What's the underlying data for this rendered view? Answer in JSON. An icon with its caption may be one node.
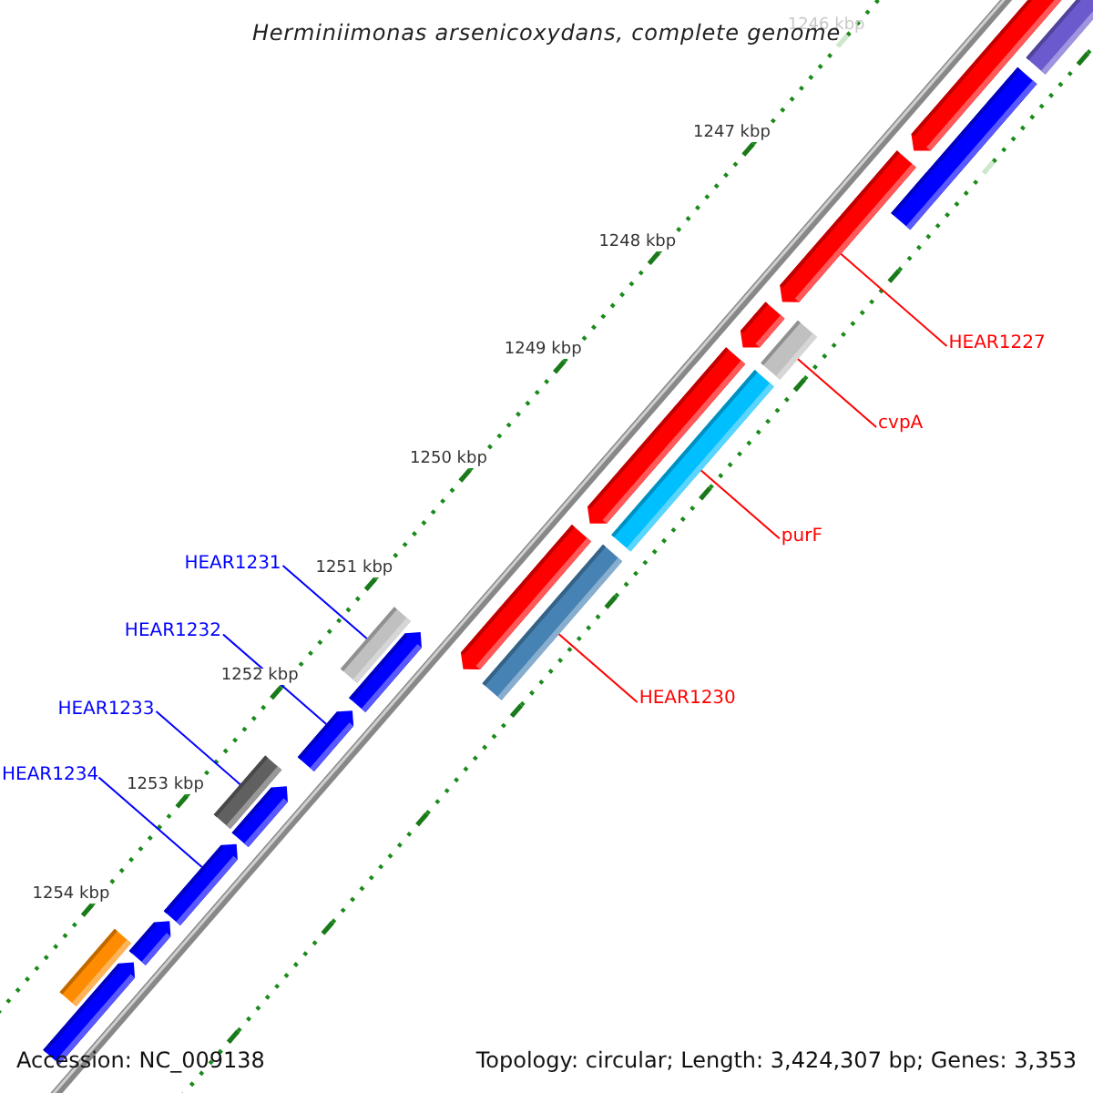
{
  "diagram": {
    "title": "Herminiimonas arsenicoxydans, complete genome",
    "nodes": [
      {
        "text": [
          "HEAR1227"
        ]
      },
      {
        "text": [
          "cvpA"
        ]
      },
      {
        "text": [
          "purF"
        ]
      },
      {
        "text": [
          "HEAR1231"
        ]
      },
      {
        "text": [
          "HEAR1232"
        ]
      },
      {
        "text": [
          "HEAR1233"
        ]
      },
      {
        "text": [
          "HEAR1230"
        ]
      },
      {
        "text": [
          "HEAR1234"
        ]
      },
      {
        "text": [],
        "shape": "arrow"
      },
      {
        "text": [],
        "shape": "box"
      },
      {
        "text": [],
        "shape": "box"
      },
      {
        "text": [],
        "shape": "box"
      },
      {
        "text": [],
        "shape": "arrow"
      },
      {
        "text": [],
        "shape": "box"
      },
      {
        "text": [],
        "shape": "box"
      },
      {
        "text": [],
        "shape": "arrow"
      }
    ],
    "edges": [
      {
        "from": 0,
        "to": 8,
        "arrow": "none"
      },
      {
        "from": 1,
        "to": 9,
        "arrow": "none"
      },
      {
        "from": 2,
        "to": 10,
        "arrow": "none"
      },
      {
        "from": 3,
        "to": 11,
        "arrow": "none",
        "color": "#0000ff"
      },
      {
        "from": 4,
        "to": 12,
        "arrow": "none",
        "color": "#0000ff"
      },
      {
        "from": 5,
        "to": 13,
        "arrow": "none",
        "color": "#0000ff"
      },
      {
        "from": 6,
        "to": 14,
        "arrow": "none"
      },
      {
        "from": 7,
        "to": 15,
        "arrow": "none",
        "color": "#0000ff"
      }
    ],
    "labels": [
      "1246 kbp",
      "1247 kbp",
      "1248 kbp",
      "1249 kbp",
      "1250 kbp",
      "1251 kbp",
      "1252 kbp",
      "1253 kbp",
      "1254 kbp",
      "Accession: NC_009138",
      "Topology: circular; Length: 3,424,307 bp; Genes: 3,353"
    ]
  }
}
